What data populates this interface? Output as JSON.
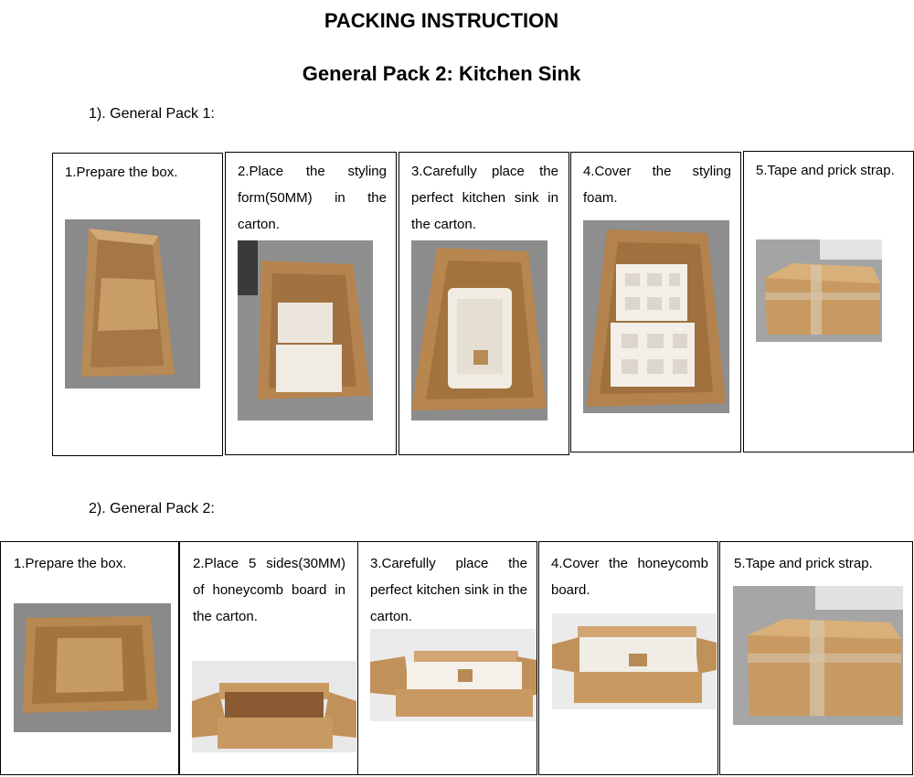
{
  "heading": "PACKING INSTRUCTION",
  "subheading": "General Pack 2: Kitchen Sink",
  "sections": [
    {
      "label": "1). General Pack 1:",
      "steps": [
        {
          "text": "1.Prepare the box.",
          "photo": "empty-carton-photo"
        },
        {
          "text": "2.Place the styling form(50MM) in the carton.",
          "photo": "carton-with-foam-photo"
        },
        {
          "text": "3.Carefully place the perfect kitchen sink in the carton.",
          "photo": "sink-in-carton-photo"
        },
        {
          "text": "4.Cover the styling foam.",
          "photo": "foam-cover-photo"
        },
        {
          "text": "5.Tape and prick strap.",
          "photo": "taped-carton-photo"
        }
      ]
    },
    {
      "label": "2). General Pack 2:",
      "steps": [
        {
          "text": "1.Prepare the box.",
          "photo": "empty-carton-photo"
        },
        {
          "text": "2.Place 5 sides(30MM) of honeycomb board in the carton.",
          "photo": "honeycomb-carton-photo"
        },
        {
          "text": "3.Carefully place the perfect kitchen sink in the carton.",
          "photo": "sink-in-open-carton-photo"
        },
        {
          "text": "4.Cover the honeycomb board.",
          "photo": "honeycomb-cover-photo"
        },
        {
          "text": "5.Tape and prick strap.",
          "photo": "taped-carton-photo"
        }
      ]
    }
  ]
}
